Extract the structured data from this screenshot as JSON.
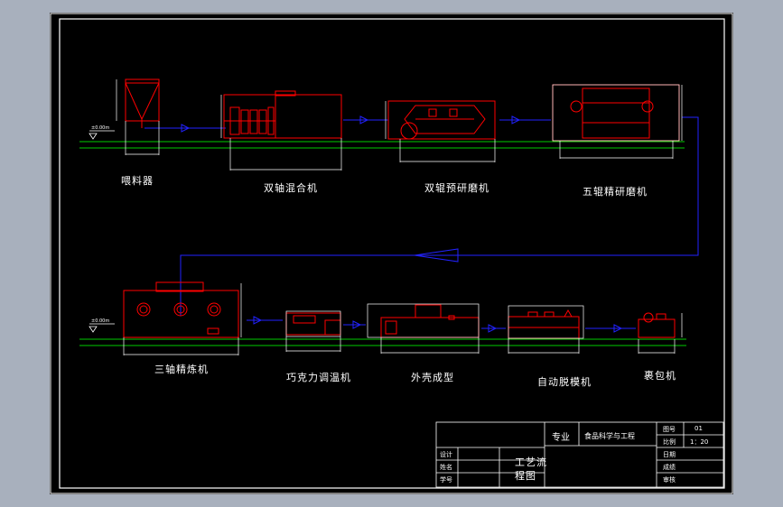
{
  "machines": [
    {
      "id": "hopper",
      "label": "喂料器"
    },
    {
      "id": "twin-shaft-mixer",
      "label": "双轴混合机"
    },
    {
      "id": "twin-roll-pre-refiner",
      "label": "双辊预研磨机"
    },
    {
      "id": "five-roll-refiner",
      "label": "五辊精研磨机"
    },
    {
      "id": "three-shaft-conche",
      "label": "三轴精炼机"
    },
    {
      "id": "chocolate-tempering-machine",
      "label": "巧克力调温机"
    },
    {
      "id": "shell-forming",
      "label": "外壳成型"
    },
    {
      "id": "auto-demolding-machine",
      "label": "自动脱模机"
    },
    {
      "id": "wrapping-machine",
      "label": "裹包机"
    }
  ],
  "title_block": {
    "major_label": "专业",
    "major_value": "食品科学与工程",
    "drawing_title_line1": "工艺流",
    "drawing_title_line2": "程图",
    "row_labels_left": [
      "设计",
      "姓名",
      "学号"
    ],
    "row_labels_right": [
      "图号",
      "比例",
      "日期",
      "成绩",
      "审核"
    ],
    "drawing_number": "01",
    "scale": "1：20"
  },
  "colors": {
    "background": "#000000",
    "frame": "#ffffff",
    "equipment": "#ff0000",
    "flow_line": "#2222ff",
    "ground_line": "#00cc00",
    "dimension": "#ffffff"
  }
}
